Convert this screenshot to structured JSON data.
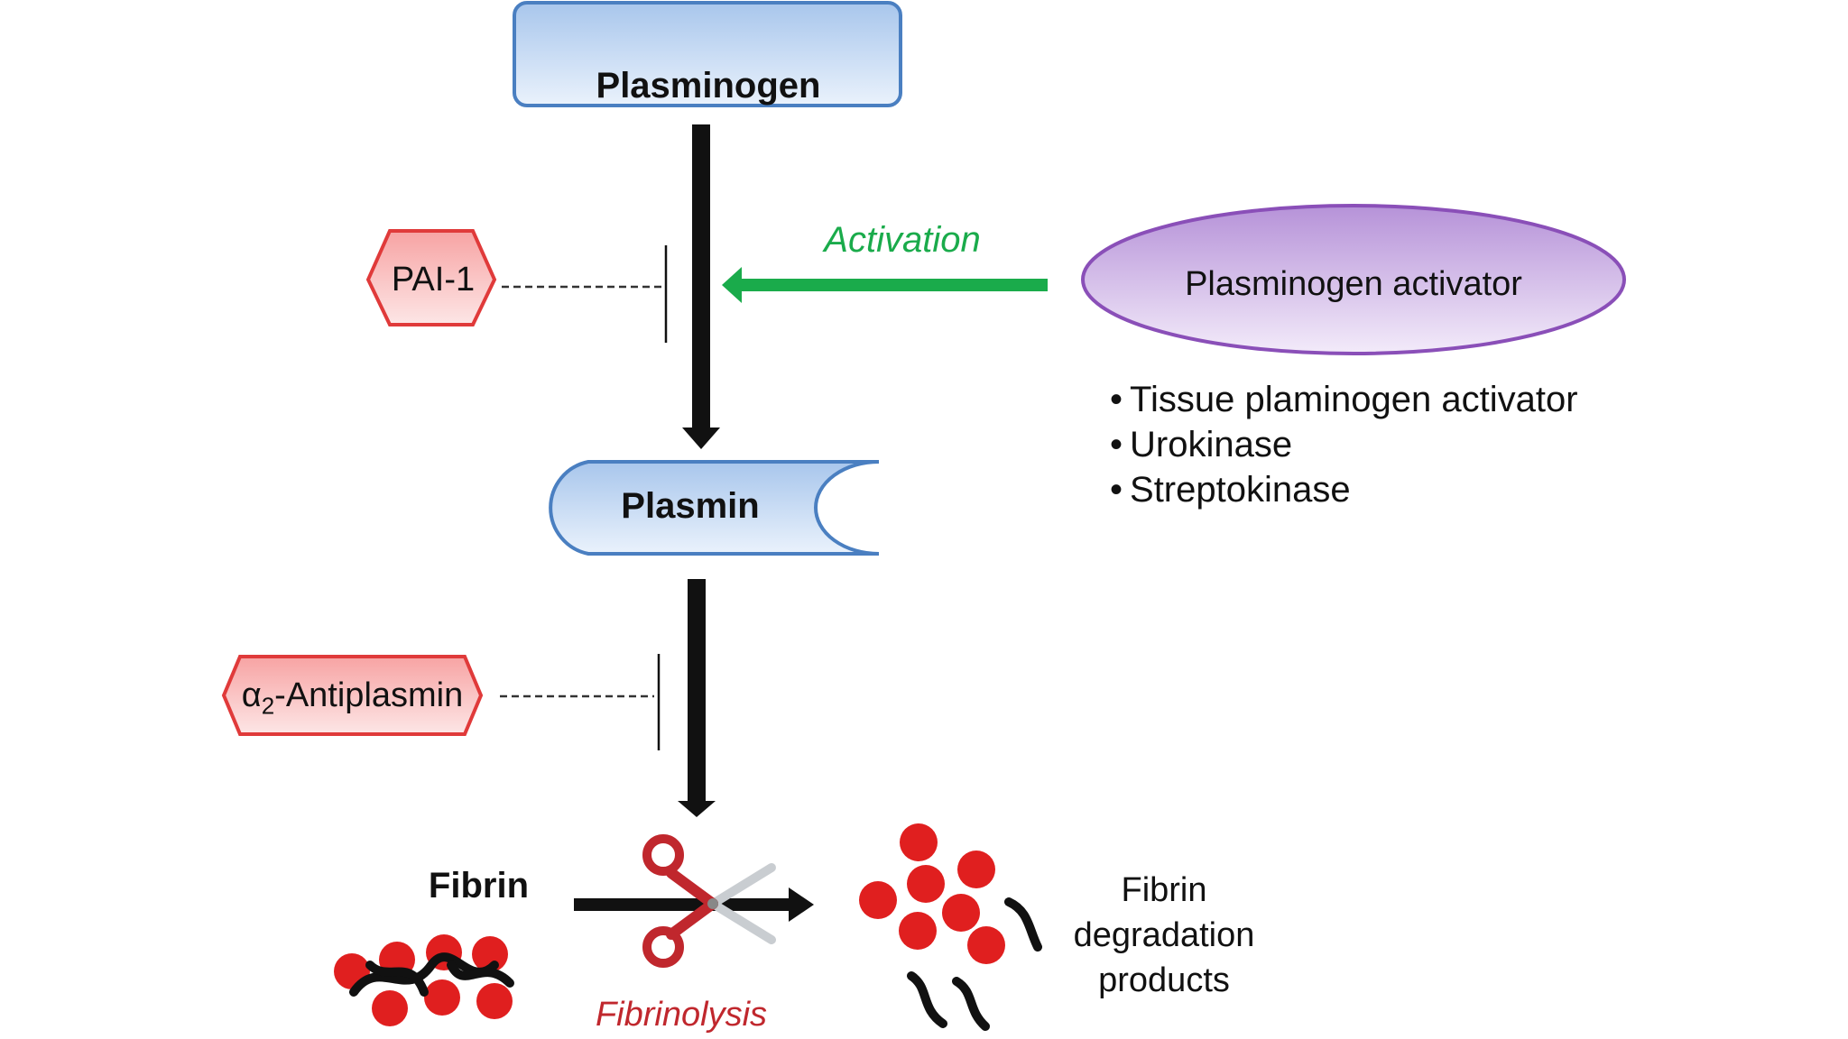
{
  "nodes": {
    "plasminogen": "Plasminogen",
    "plasmin": "Plasmin",
    "pai1": "PAI-1",
    "antiplasmin": {
      "greek": "α",
      "subscript": "2",
      "text": "-Antiplasmin"
    },
    "plasminogen_activator": "Plasminogen activator",
    "fibrin": "Fibrin",
    "fibrin_degradation_products": "Fibrin degradation products"
  },
  "edges": {
    "activation": "Activation",
    "fibrinolysis": "Fibrinolysis"
  },
  "activator_types": [
    "Tissue plaminogen activator",
    "Urokinase",
    "Streptokinase"
  ],
  "colors": {
    "activation_green": "#1aab4b",
    "inhibitor_red": "#e03a3a",
    "protein_blue": "#4a7fc1",
    "activator_purple": "#8a4fb8",
    "fibrin_red": "#e01f1f"
  }
}
